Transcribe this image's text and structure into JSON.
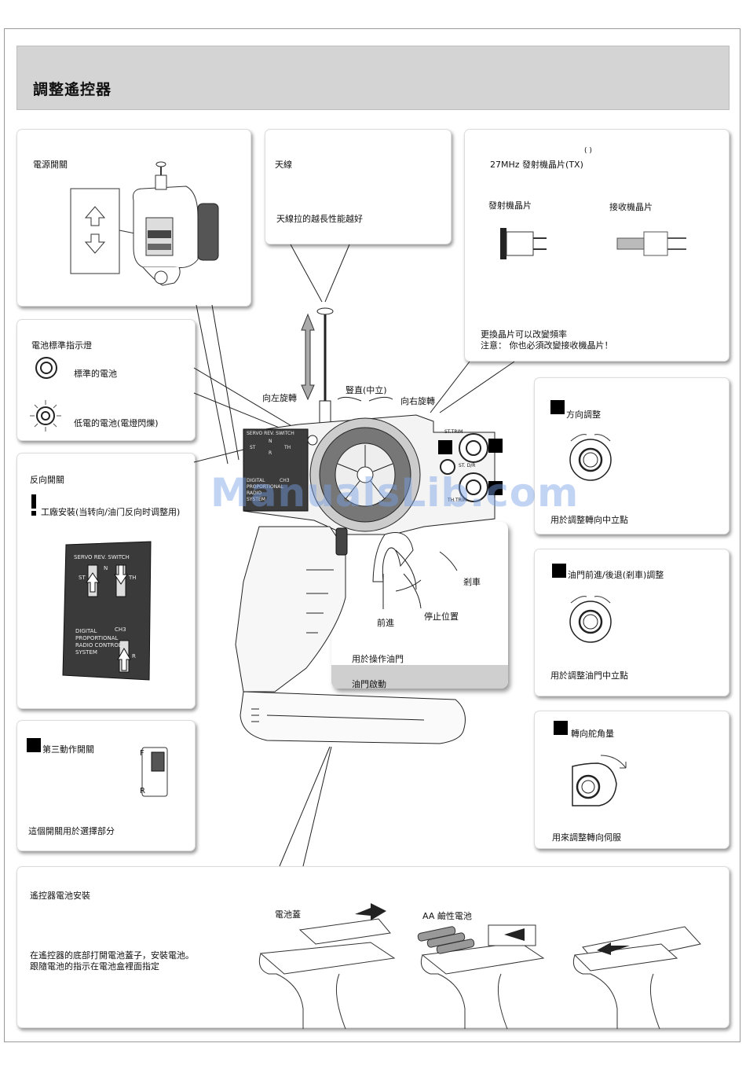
{
  "header": {
    "title": "調整遙控器"
  },
  "watermark": "ManualsLib.com",
  "power": {
    "title": "電源開關"
  },
  "antenna": {
    "title": "天線",
    "note": "天線拉的越長性能越好"
  },
  "crystal": {
    "paren": "(   )",
    "title": "27MHz 發射機晶片(TX)",
    "tx_label": "發射機晶片",
    "rx_label": "接收機晶片",
    "note1": "更換晶片可以改變頻率",
    "note2": "注意：  你也必須改變接收機晶片！"
  },
  "battery_indicator": {
    "title": "電池標準指示燈",
    "normal": "標準的電池",
    "low": "低電的電池(電燈閃爍)"
  },
  "reverse": {
    "title": "反向開關",
    "warning": "工廠安裝(当转向/油门反向时调整用)",
    "plate_header": "SERVO REV. SWITCH",
    "st": "ST",
    "th": "TH",
    "n": "N",
    "r": "R",
    "ch3": "CH3",
    "plate_text": [
      "DIGITAL",
      "PROPORTIONAL",
      "RADIO CONTROL",
      "SYSTEM"
    ]
  },
  "ch3_switch": {
    "title": "第三動作開關",
    "f": "F",
    "r": "R",
    "note": "這個開關用於選擇部分"
  },
  "center": {
    "left_turn": "向左旋轉",
    "vertical": "豎直(中立)",
    "right_turn": "向右旋轉",
    "brake": "剎車",
    "stop": "停止位置",
    "forward": "前進",
    "throttle_use": "用於操作油門",
    "throttle_start": "油門啟動",
    "st_trim": "ST.TRIM",
    "th_trim": "TH.TRIM",
    "st_dr": "ST. D/R",
    "face_header": "SERVO REV. SWITCH",
    "face_st": "ST",
    "face_th": "TH",
    "face_n": "N",
    "face_r": "R",
    "face_ch3": "CH3",
    "face_text": [
      "DIGITAL",
      "PROPORTIONAL",
      "RADIO",
      "SYSTEM"
    ]
  },
  "steering_adjust": {
    "title": "方向調整",
    "note": "用於調整轉向中立點"
  },
  "throttle_adjust": {
    "title": "油門前進/後退(剎車)調整",
    "note": "用於調整油門中立點"
  },
  "dual_rate": {
    "title": "轉向舵角量",
    "note": "用來調整轉向伺服"
  },
  "battery_install": {
    "title": "遙控器電池安裝",
    "desc1": "在遙控器的底部打開電池蓋子，安裝電池。",
    "desc2": "跟隨電池的指示在電池盒裡面指定",
    "cover": "電池蓋",
    "aa": "AA 鹼性電池"
  }
}
